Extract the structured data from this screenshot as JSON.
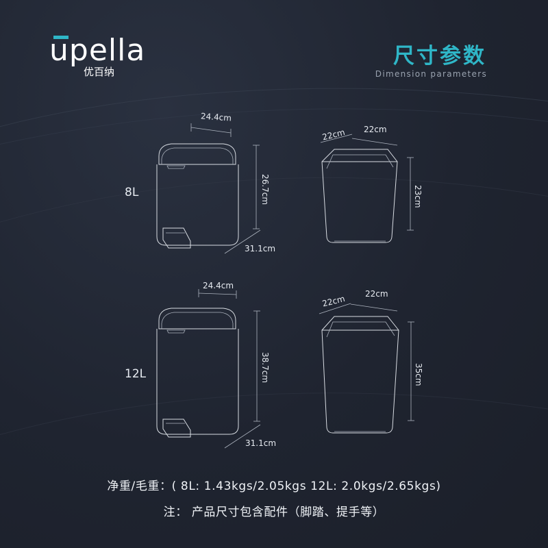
{
  "brand": {
    "logo_text": "upella",
    "cn_name": "优百纳"
  },
  "header": {
    "title": "尺寸参数",
    "subtitle": "Dimension parameters"
  },
  "products": [
    {
      "capacity": "8L",
      "bin_width": "24.4cm",
      "bin_height": "26.7cm",
      "bin_depth": "31.1cm",
      "inner_depth": "22cm",
      "inner_width": "22cm",
      "inner_height": "23cm"
    },
    {
      "capacity": "12L",
      "bin_width": "24.4cm",
      "bin_height": "38.7cm",
      "bin_depth": "31.1cm",
      "inner_depth": "22cm",
      "inner_width": "22cm",
      "inner_height": "35cm"
    }
  ],
  "specs": {
    "weight": "净重/毛重：( 8L: 1.43kgs/2.05kgs 12L: 2.0kgs/2.65kgs)",
    "note": "注：  产品尺寸包含配件（脚踏、提手等）"
  },
  "colors": {
    "accent": "#2fb6c7",
    "background": "#1f2430"
  }
}
